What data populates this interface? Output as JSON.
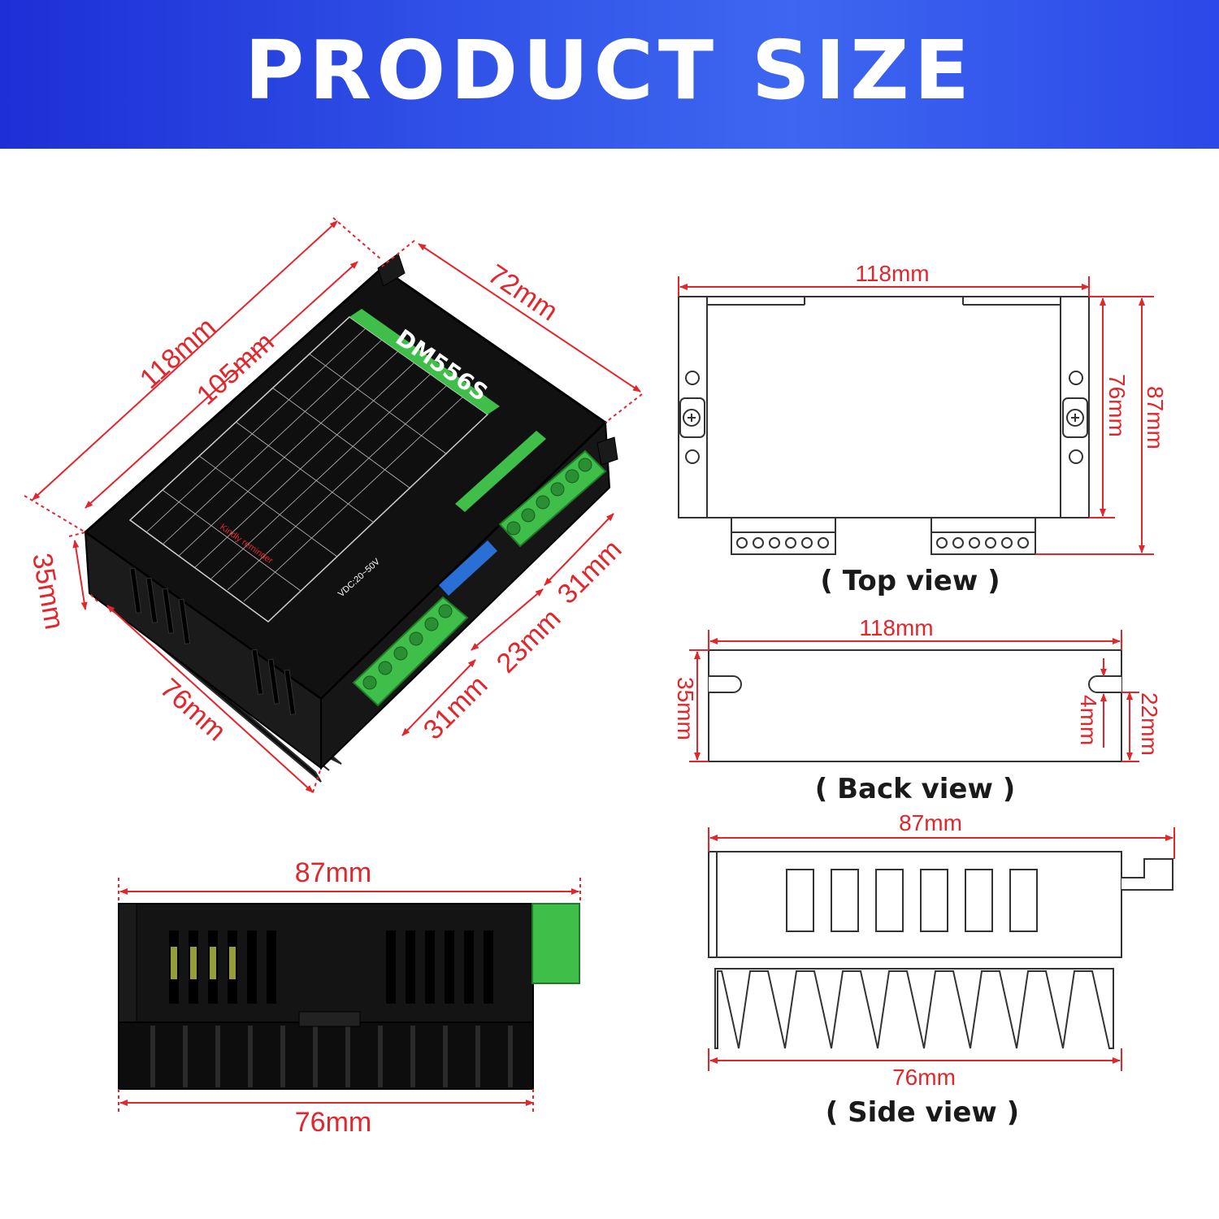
{
  "banner": {
    "title": "PRODUCT SIZE",
    "bg_color": "#2f4fe6"
  },
  "colors": {
    "dimension": "#e1262c",
    "outline": "#333333",
    "terminal": "#3fbf4a",
    "body": "#111111"
  },
  "photo_top": {
    "model": "DM556S",
    "supply": "VDC:20~50V",
    "reminder_title": "Kindly reminder",
    "dims": {
      "length_outer": "118mm",
      "length_inner": "105mm",
      "width": "72mm",
      "height": "35mm",
      "depth": "76mm",
      "terminal_a": "31mm",
      "terminal_gap": "23mm",
      "terminal_b": "31mm"
    }
  },
  "photo_side": {
    "top_dim": "87mm",
    "bottom_dim": "76mm"
  },
  "top_view": {
    "label": "( Top view )",
    "width": "118mm",
    "inner_height": "76mm",
    "outer_height": "87mm"
  },
  "back_view": {
    "label": "( Back view )",
    "width": "118mm",
    "height": "35mm",
    "slot": "4mm",
    "flange": "22mm"
  },
  "side_view": {
    "label": "( Side view )",
    "top_dim": "87mm",
    "bottom_dim": "76mm"
  }
}
